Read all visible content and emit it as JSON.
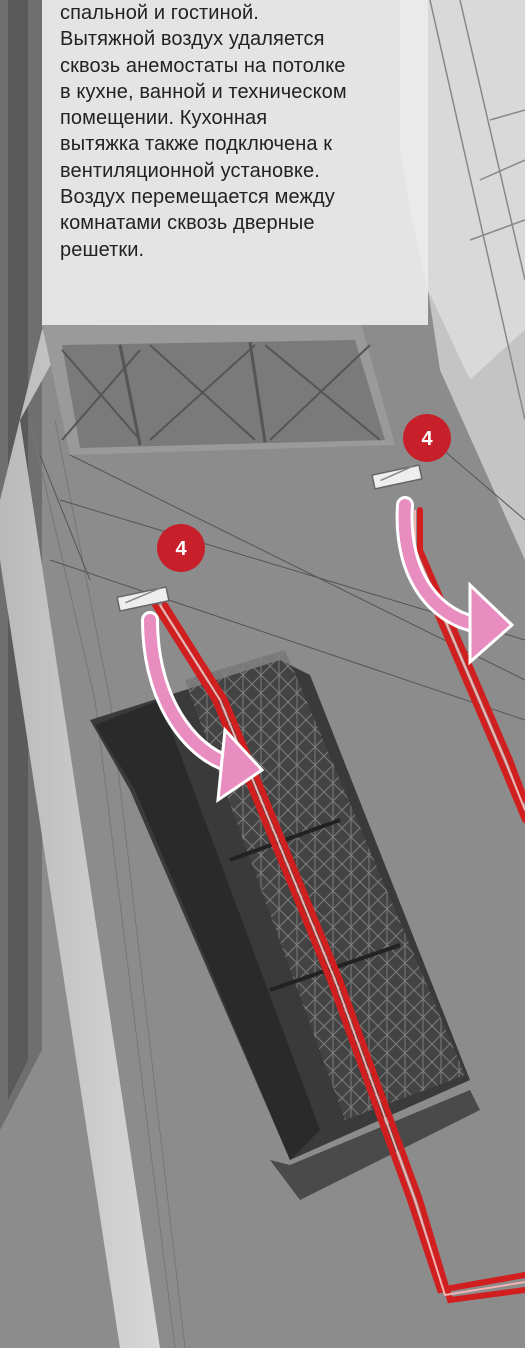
{
  "description": {
    "lines": [
      "спальной и гостиной.",
      "Вытяжной воздух удаляется",
      "сквозь анемостаты на потолке",
      "в кухне, ванной и техническом",
      "помещении. Кухонная",
      "вытяжка также подключена к",
      "вентиляционной установке.",
      "Воздух перемещается между",
      "комнатами сквозь дверные",
      "решетки."
    ]
  },
  "markers": [
    {
      "label": "4"
    },
    {
      "label": "4"
    }
  ],
  "colors": {
    "badge": "#c8202a",
    "pipe": "#d11f1f",
    "arrow": "#e98cc0",
    "floor": "#888888",
    "panel": "#ebebeb"
  }
}
